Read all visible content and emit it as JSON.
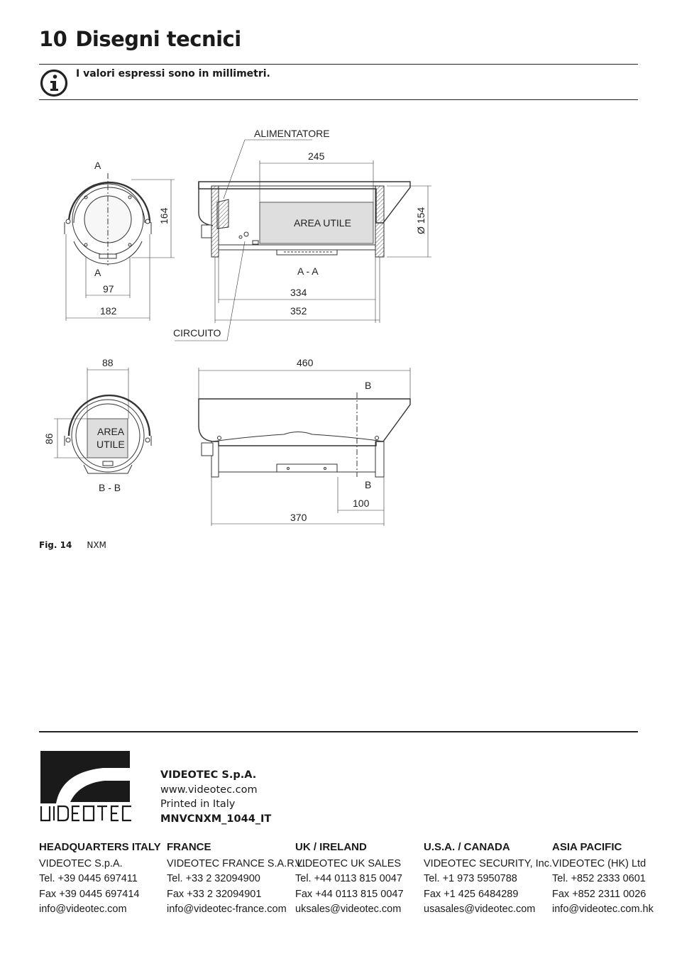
{
  "header": {
    "section_number": "10",
    "section_title": "Disegni tecnici"
  },
  "note": {
    "icon": "info-icon",
    "text": "I valori espressi sono in millimetri."
  },
  "drawing": {
    "labels": {
      "alimentatore": "ALIMENTATORE",
      "circuito": "CIRCUITO",
      "area_utile": "AREA UTILE",
      "area": "AREA",
      "utile": "UTILE",
      "section_aa": "A - A",
      "section_bb": "B - B",
      "a": "A",
      "b": "B"
    },
    "dimensions": {
      "d164": "164",
      "d97": "97",
      "d182": "182",
      "d245": "245",
      "d154": "Ø 154",
      "d334": "334",
      "d352": "352",
      "d88": "88",
      "d86": "86",
      "d460": "460",
      "d100": "100",
      "d370": "370"
    }
  },
  "figure": {
    "number": "Fig. 14",
    "caption": "NXM"
  },
  "company": {
    "name": "VIDEOTEC S.p.A.",
    "website": "www.videotec.com",
    "printed": "Printed in Italy",
    "code": "MNVCNXM_1044_IT"
  },
  "offices": [
    {
      "heading": "HEADQUARTERS ITALY",
      "lines": [
        "VIDEOTEC S.p.A.",
        "Tel. +39 0445 697411",
        "Fax +39 0445 697414",
        "info@videotec.com"
      ]
    },
    {
      "heading": "FRANCE",
      "lines": [
        "VIDEOTEC FRANCE S.A.R.L.",
        "Tel. +33 2 32094900",
        "Fax +33 2 32094901",
        "info@videotec-france.com"
      ]
    },
    {
      "heading": "UK / IRELAND",
      "lines": [
        "VIDEOTEC UK SALES",
        "Tel. +44 0113 815 0047",
        "Fax +44 0113 815 0047",
        "uksales@videotec.com"
      ]
    },
    {
      "heading": "U.S.A. / CANADA",
      "lines": [
        "VIDEOTEC SECURITY, Inc.",
        "Tel. +1 973 5950788",
        "Fax +1 425 6484289",
        "usasales@videotec.com"
      ]
    },
    {
      "heading": "ASIA PACIFIC",
      "lines": [
        "VIDEOTEC (HK) Ltd",
        "Tel. +852 2333 0601",
        "Fax +852 2311 0026",
        "info@videotec.com.hk"
      ]
    }
  ],
  "logo": {
    "icon": "videotec-logo",
    "text": "VIDEOTEC"
  }
}
